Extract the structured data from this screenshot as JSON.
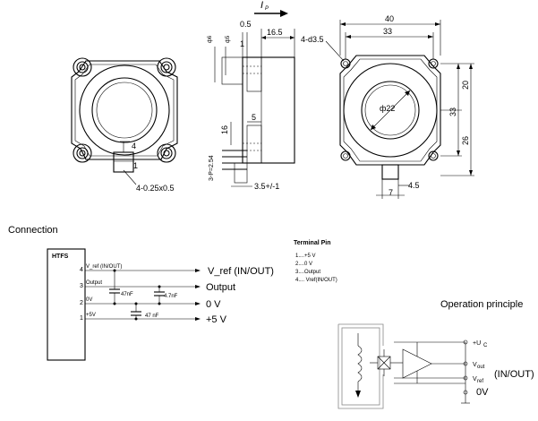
{
  "current_label": "I",
  "current_sub": "P",
  "front_view": {
    "slot_height": "4",
    "pin_marker": "1",
    "pin_size": "4-0.25x0.5"
  },
  "side_view": {
    "dim_0_5": "0.5",
    "dim_16_5": "16.5",
    "dim_1": "1",
    "dim_phi6": "ф6",
    "dim_phi5": "ф5",
    "dim_16": "16",
    "dim_5": "5",
    "dim_pitch": "3-P=2.54",
    "dim_3_5": "3.5+/-1"
  },
  "right_view": {
    "dim_40": "40",
    "dim_33_top": "33",
    "hole_spec": "4-d3.5",
    "dim_20": "20",
    "dim_33_side": "33",
    "dim_26": "26",
    "dim_7": "7",
    "dim_4_5": "4.5",
    "bore": "ф22"
  },
  "connection": {
    "title": "Connection",
    "module": "HTFS",
    "pins": [
      {
        "num": "4",
        "label": "V_ref (IN/OUT)",
        "out": "V_ref (IN/OUT)"
      },
      {
        "num": "3",
        "label": "Output",
        "out": "Output"
      },
      {
        "num": "2",
        "label": "0V",
        "out": "0 V"
      },
      {
        "num": "1",
        "label": "+5V",
        "out": "+5 V"
      }
    ],
    "cap1": "47nF",
    "cap2": "4.7nF",
    "cap3": "47 nF"
  },
  "terminal_pin": {
    "title": "Terminal Pin",
    "items": [
      "1....+5 V",
      "2....0 V",
      "3....Output",
      "4.... Vref(IN/OUT)"
    ]
  },
  "operation": {
    "title": "Operation principle",
    "uc": "+U",
    "uc_sub": "C",
    "vout": "V",
    "vout_sub": "out",
    "vref": "V",
    "vref_sub": "ref",
    "in_out": "(IN/OUT)",
    "zero": "0V"
  }
}
